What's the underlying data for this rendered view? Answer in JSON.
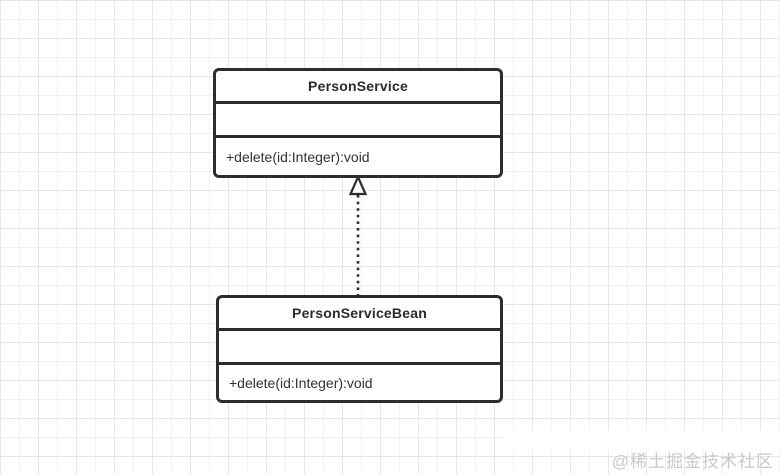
{
  "diagram": {
    "type": "uml-class-diagram",
    "classes": [
      {
        "name": "PersonService",
        "attributes": [],
        "methods": [
          "+delete(id:Integer):void"
        ]
      },
      {
        "name": "PersonServiceBean",
        "attributes": [],
        "methods": [
          "+delete(id:Integer):void"
        ]
      }
    ],
    "relationships": [
      {
        "type": "realization",
        "from": "PersonServiceBean",
        "to": "PersonService",
        "line_style": "dotted",
        "arrowhead": "hollow-triangle-up"
      }
    ]
  },
  "watermark": {
    "text": "@稀土掘金技术社区"
  },
  "colors": {
    "box_border": "#2d2d2d",
    "title_text": "#2b2b2b",
    "method_text": "#333333",
    "grid_minor": "#f1f1f4",
    "grid_major": "#e6e6eb",
    "watermark_text": "#c9c9c9",
    "background": "#ffffff"
  }
}
